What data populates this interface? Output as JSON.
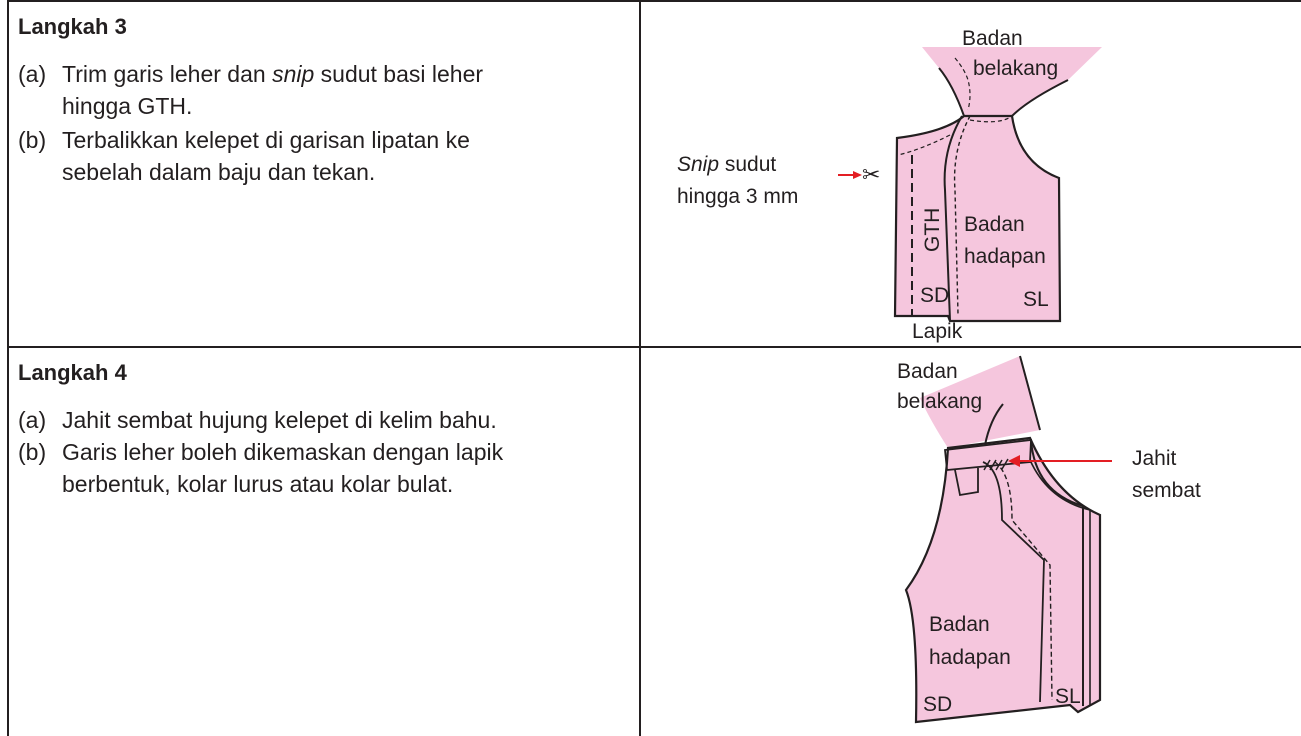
{
  "steps": [
    {
      "title": "Langkah 3",
      "items": [
        {
          "label": "(a)",
          "pre": "Trim garis leher dan ",
          "em": "snip",
          "post": " sudut basi leher",
          "line2": "hingga GTH."
        },
        {
          "label": "(b)",
          "line1": "Terbalikkan kelepet di garisan lipatan ke",
          "line2": "sebelah dalam baju dan tekan."
        }
      ],
      "figure": {
        "badan_belakang_1": "Badan",
        "badan_belakang_2": "belakang",
        "snip_em": "Snip",
        "snip_rest": " sudut",
        "snip_line2": "hingga 3 mm",
        "gth": "GTH",
        "badan_hadapan_1": "Badan",
        "badan_hadapan_2": "hadapan",
        "sd": "SD",
        "sl": "SL",
        "lapik": "Lapik"
      }
    },
    {
      "title": "Langkah 4",
      "items": [
        {
          "label": "(a)",
          "line1": "Jahit sembat hujung kelepet di kelim bahu."
        },
        {
          "label": "(b)",
          "line1": "Garis leher boleh dikemaskan dengan lapik",
          "line2": "berbentuk, kolar lurus atau kolar bulat."
        }
      ],
      "figure": {
        "badan_belakang_1": "Badan",
        "badan_belakang_2": "belakang",
        "jahit_1": "Jahit",
        "jahit_2": "sembat",
        "badan_hadapan_1": "Badan",
        "badan_hadapan_2": "hadapan",
        "sd": "SD",
        "sl": "SL"
      }
    }
  ],
  "colors": {
    "fabric": "#f5c6dd",
    "line": "#231f20",
    "arrow": "#e31e24"
  }
}
